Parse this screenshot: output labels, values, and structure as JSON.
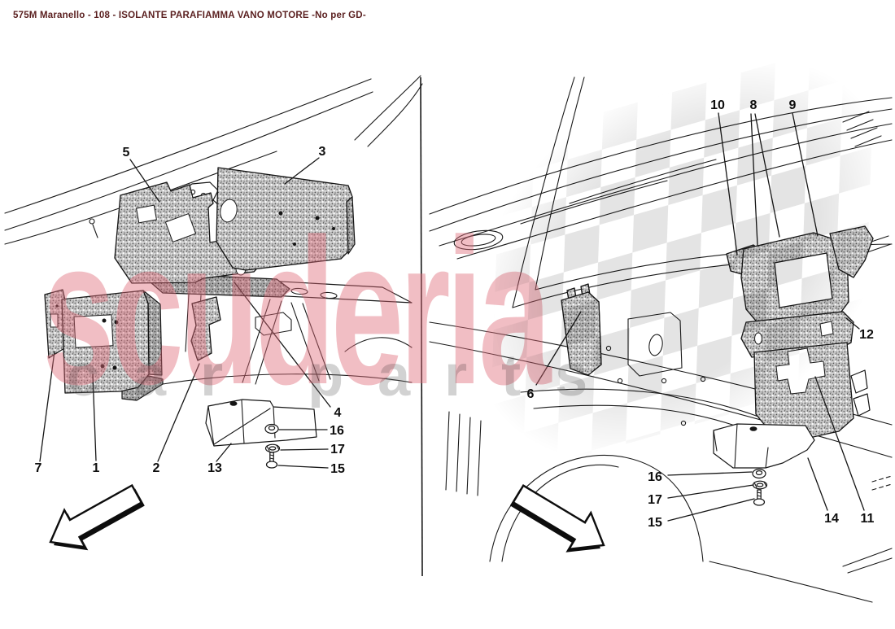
{
  "page": {
    "title": "575M Maranello - 108 - ISOLANTE PARAFIAMMA VANO MOTORE -No per GD-"
  },
  "watermark": {
    "brand": "scuderia",
    "sub": "car parts"
  },
  "colors": {
    "title_text": "#5a1f1f",
    "line_art": "#1a1a1a",
    "watermark_pink": "#f2bec2",
    "watermark_gray": "#d8d8d8",
    "checker_gray": "#e6e6e6",
    "foam_texture_base": "#c6c6c6"
  },
  "icons": {
    "direction_arrow_left": "hollow-arrow-down-left",
    "direction_arrow_right": "hollow-arrow-down-right",
    "fastener_nut": "nut-icon",
    "fastener_washer": "lock-washer-icon",
    "fastener_screw": "screw-icon"
  },
  "callouts": {
    "left": [
      {
        "label": "5"
      },
      {
        "label": "3"
      },
      {
        "label": "4"
      },
      {
        "label": "16"
      },
      {
        "label": "17"
      },
      {
        "label": "15"
      },
      {
        "label": "7"
      },
      {
        "label": "1"
      },
      {
        "label": "2"
      },
      {
        "label": "13"
      }
    ],
    "right": [
      {
        "label": "10"
      },
      {
        "label": "8"
      },
      {
        "label": "9"
      },
      {
        "label": "12"
      },
      {
        "label": "6"
      },
      {
        "label": "16"
      },
      {
        "label": "17"
      },
      {
        "label": "15"
      },
      {
        "label": "14"
      },
      {
        "label": "11"
      }
    ]
  }
}
